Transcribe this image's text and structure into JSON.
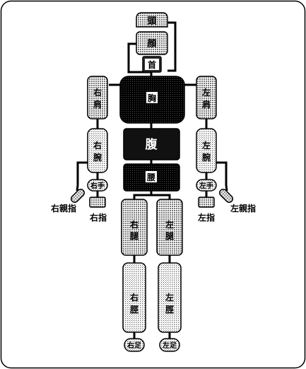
{
  "labels": {
    "head": "頭",
    "face": "顔",
    "neck": "首",
    "chest": "胸",
    "belly": "腹",
    "hips": "腰",
    "right_shoulder": [
      "右",
      "肩"
    ],
    "left_shoulder": [
      "左",
      "肩"
    ],
    "right_arm": [
      "右",
      "腕"
    ],
    "left_arm": [
      "左",
      "腕"
    ],
    "right_hand": "右手",
    "left_hand": "左手",
    "right_thumb_caption": "右親指",
    "right_finger_caption": "右指",
    "left_finger_caption": "左指",
    "left_thumb_caption": "左親指",
    "right_thigh": [
      "右",
      "腿"
    ],
    "left_thigh": [
      "左",
      "腿"
    ],
    "right_shin": [
      "右",
      "脛"
    ],
    "left_shin": [
      "左",
      "脛"
    ],
    "right_foot": "右足",
    "left_foot": "左足"
  },
  "colors": {
    "outline": "#000000",
    "dark_fill": "#2a2a2a",
    "mid_fill": "#a8a8a8",
    "light_fill": "#d6d6d6",
    "background": "#ffffff"
  }
}
